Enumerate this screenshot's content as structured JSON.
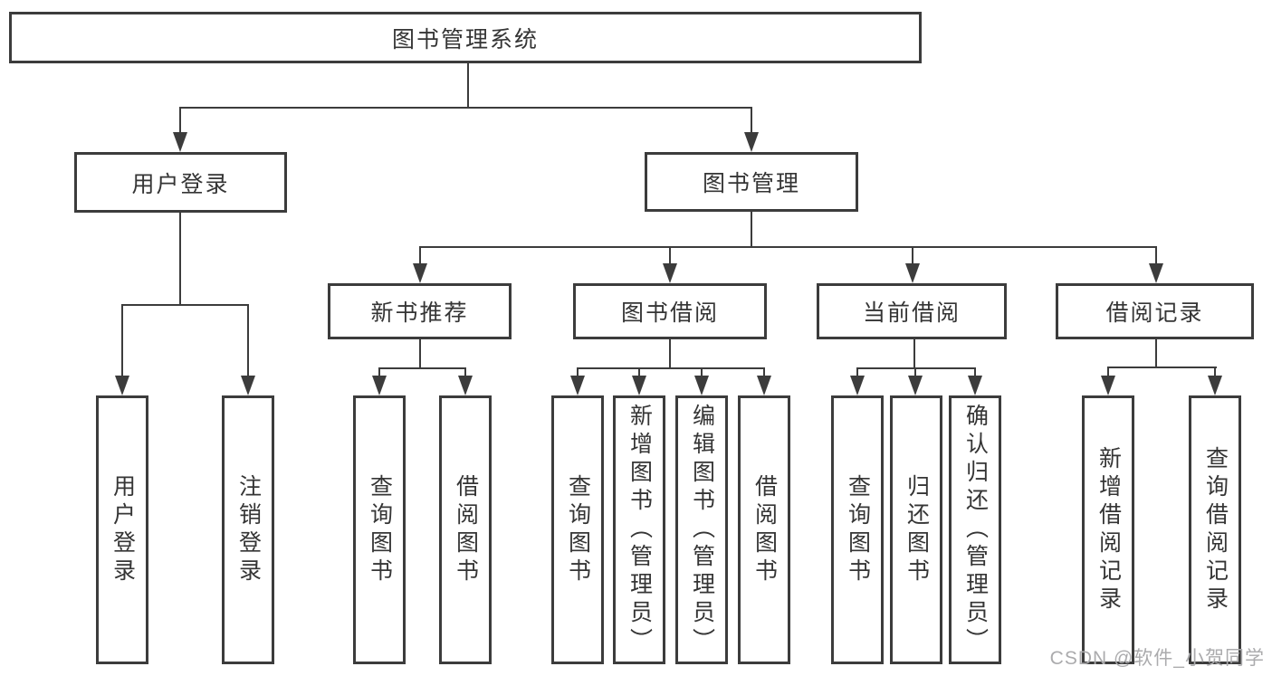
{
  "diagram": {
    "root": {
      "label": "图书管理系统",
      "children": [
        {
          "label": "用户登录",
          "children": [
            {
              "label": "用户登录"
            },
            {
              "label": "注销登录"
            }
          ]
        },
        {
          "label": "图书管理",
          "children": [
            {
              "label": "新书推荐",
              "children": [
                {
                  "label": "查询图书"
                },
                {
                  "label": "借阅图书"
                }
              ]
            },
            {
              "label": "图书借阅",
              "children": [
                {
                  "label": "查询图书"
                },
                {
                  "label": "新增图书（管理员）"
                },
                {
                  "label": "编辑图书（管理员）"
                },
                {
                  "label": "借阅图书"
                }
              ]
            },
            {
              "label": "当前借阅",
              "children": [
                {
                  "label": "查询图书"
                },
                {
                  "label": "归还图书"
                },
                {
                  "label": "确认归还（管理员）"
                }
              ]
            },
            {
              "label": "借阅记录",
              "children": [
                {
                  "label": "新增借阅记录"
                },
                {
                  "label": "查询借阅记录"
                }
              ]
            }
          ]
        }
      ]
    }
  },
  "watermark": "CSDN @软件_小贺同学",
  "colors": {
    "line": "#3c3c3c",
    "text": "#353535",
    "watermark": "#ababad",
    "background": "#ffffff"
  }
}
